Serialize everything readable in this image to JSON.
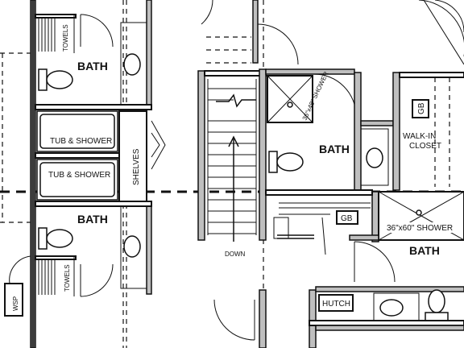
{
  "labels": {
    "bath_top_left": "BATH",
    "bath_bottom_left": "BATH",
    "bath_center": "BATH",
    "bath_bottom_right": "BATH",
    "tub_shower_1": "TUB & SHOWER",
    "tub_shower_2": "TUB & SHOWER",
    "shelves": "SHELVES",
    "towels_top": "TOWELS",
    "towels_bottom": "TOWELS",
    "shower_36x48": "36\"x48\" SHOWER",
    "shower_36x60": "36\"x60\" SHOWER",
    "walk_in_closet_line1": "WALK-IN",
    "walk_in_closet_line2": "CLOSET",
    "gb_top": "GB",
    "gb_mid": "GB",
    "down": "DOWN",
    "hutch": "HUTCH",
    "wsp": "WSP"
  }
}
